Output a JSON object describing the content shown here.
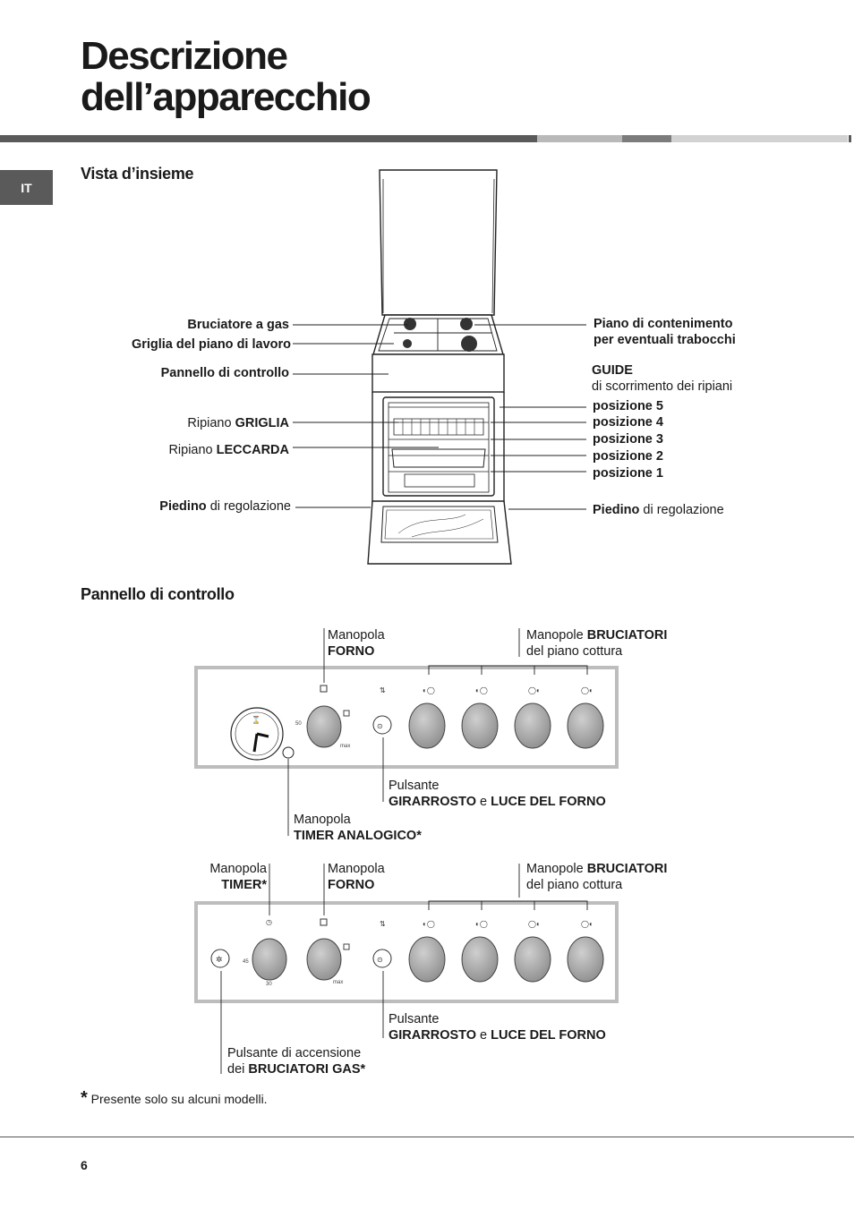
{
  "title": {
    "line1": "Descrizione",
    "line2": "dell’apparecchio"
  },
  "lang_tab": "IT",
  "overview": {
    "heading": "Vista d’insieme",
    "left_labels": {
      "burner": "Bruciatore a gas",
      "grid": "Griglia del piano di lavoro",
      "panel": "Pannello di controllo",
      "rack_prefix": "Ripiano ",
      "rack_bold": "GRIGLIA",
      "tray_prefix": "Ripiano ",
      "tray_bold": "LECCARDA",
      "foot_bold": "Piedino",
      "foot_rest": " di regolazione"
    },
    "right_labels": {
      "spill_line1": "Piano di contenimento",
      "spill_line2": "per eventuali trabocchi",
      "guide_bold": "GUIDE",
      "guide_rest": "di scorrimento dei ripiani",
      "positions": [
        "posizione 5",
        "posizione 4",
        "posizione 3",
        "posizione 2",
        "posizione 1"
      ],
      "foot_bold": "Piedino",
      "foot_rest": " di regolazione"
    }
  },
  "control_panel": {
    "heading": "Pannello di controllo",
    "panel1": {
      "oven_knob_line1": "Manopola",
      "oven_knob_line2": "FORNO",
      "burner_knobs_prefix": "Manopole ",
      "burner_knobs_bold": "BRUCIATORI",
      "burner_knobs_line2": "del piano cottura",
      "button_line1": "Pulsante",
      "button_bold1": "GIRARROSTO",
      "button_mid": " e ",
      "button_bold2": "LUCE DEL FORNO",
      "timer_line1": "Manopola",
      "timer_line2": "TIMER ANALOGICO*"
    },
    "panel2": {
      "timer_line1": "Manopola",
      "timer_line2": "TIMER*",
      "oven_knob_line1": "Manopola",
      "oven_knob_line2": "FORNO",
      "burner_knobs_prefix": "Manopole ",
      "burner_knobs_bold": "BRUCIATORI",
      "burner_knobs_line2": "del piano cottura",
      "button_line1": "Pulsante",
      "button_bold1": "GIRARROSTO",
      "button_mid": " e ",
      "button_bold2": "LUCE DEL FORNO",
      "ignition_line1": "Pulsante di accensione",
      "ignition_prefix": "dei ",
      "ignition_bold": "BRUCIATORI GAS*"
    }
  },
  "footnote": {
    "star": "*",
    "text": " Presente solo su alcuni modelli."
  },
  "page_number": "6",
  "colors": {
    "bar_dark": "#5a5a5a",
    "bar_light": "#b9b9b9",
    "bar_mid": "#7c7c7c",
    "bar_pale": "#d2d2d2",
    "panel_border": "#bdbdbd",
    "knob": "#a8a8a8"
  }
}
